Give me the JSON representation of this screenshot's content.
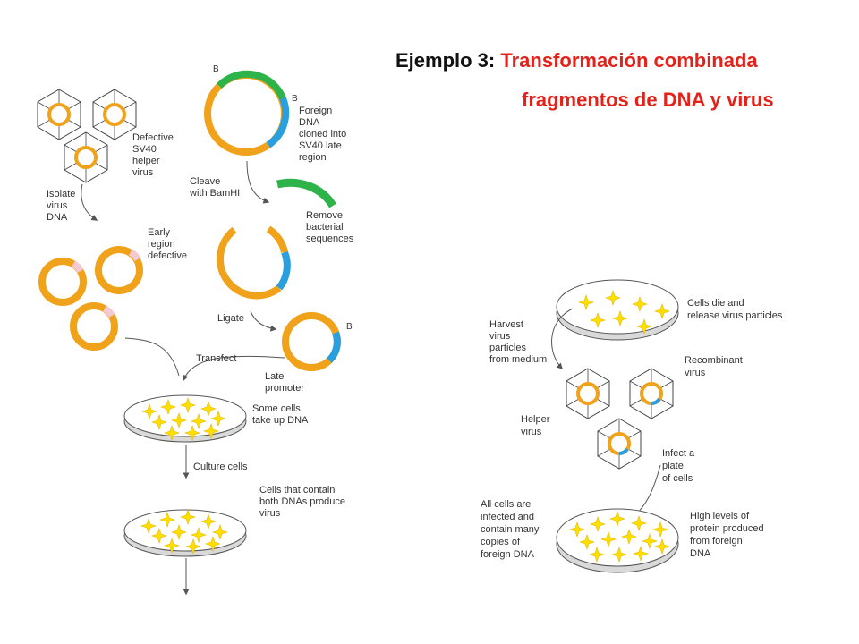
{
  "title": {
    "prefix": "Ejemplo 3: ",
    "line1": "Transformación combinada",
    "line2": "fragmentos de DNA y virus"
  },
  "colors": {
    "title_black": "#111111",
    "title_red": "#e3231b",
    "dna_orange": "#f0a21a",
    "bacterial_green": "#2eb34a",
    "foreign_blue": "#2a9fe0",
    "early_pink": "#f4c9cf",
    "cell_yellow": "#ffdf00",
    "dish_gray": "#d9d9d9",
    "line_gray": "#555555"
  },
  "icons": [
    "virus-icon",
    "plasmid-icon",
    "petri-dish-icon",
    "cell-icon",
    "arrow-icon"
  ],
  "left": {
    "b_label": "B",
    "foreign_dna": [
      "Foreign",
      "DNA",
      "cloned into",
      "SV40 late",
      "region"
    ],
    "defective_helper": [
      "Defective",
      "SV40",
      "helper",
      "virus"
    ],
    "isolate": [
      "Isolate",
      "virus",
      "DNA"
    ],
    "cleave": [
      "Cleave",
      "with BamHI"
    ],
    "remove": [
      "Remove",
      "bacterial",
      "sequences"
    ],
    "early_region": [
      "Early",
      "region",
      "defective"
    ],
    "ligate": "Ligate",
    "transfect": "Transfect",
    "late_promoter": [
      "Late",
      "promoter"
    ],
    "some_cells": [
      "Some cells",
      "take up DNA"
    ],
    "culture": "Culture cells",
    "both_dnas": [
      "Cells that contain",
      "both DNAs produce",
      "virus"
    ]
  },
  "right": {
    "cells_die": [
      "Cells die and",
      "release virus particles"
    ],
    "harvest": [
      "Harvest",
      "virus",
      "particles",
      "from medium"
    ],
    "recombinant": [
      "Recombinant",
      "virus"
    ],
    "helper": [
      "Helper",
      "virus"
    ],
    "infect": [
      "Infect a",
      "plate",
      "of cells"
    ],
    "all_infected": [
      "All cells are",
      "infected and",
      "contain many",
      "copies of",
      "foreign DNA"
    ],
    "high_levels": [
      "High levels of",
      "protein produced",
      "from foreign",
      "DNA"
    ]
  }
}
